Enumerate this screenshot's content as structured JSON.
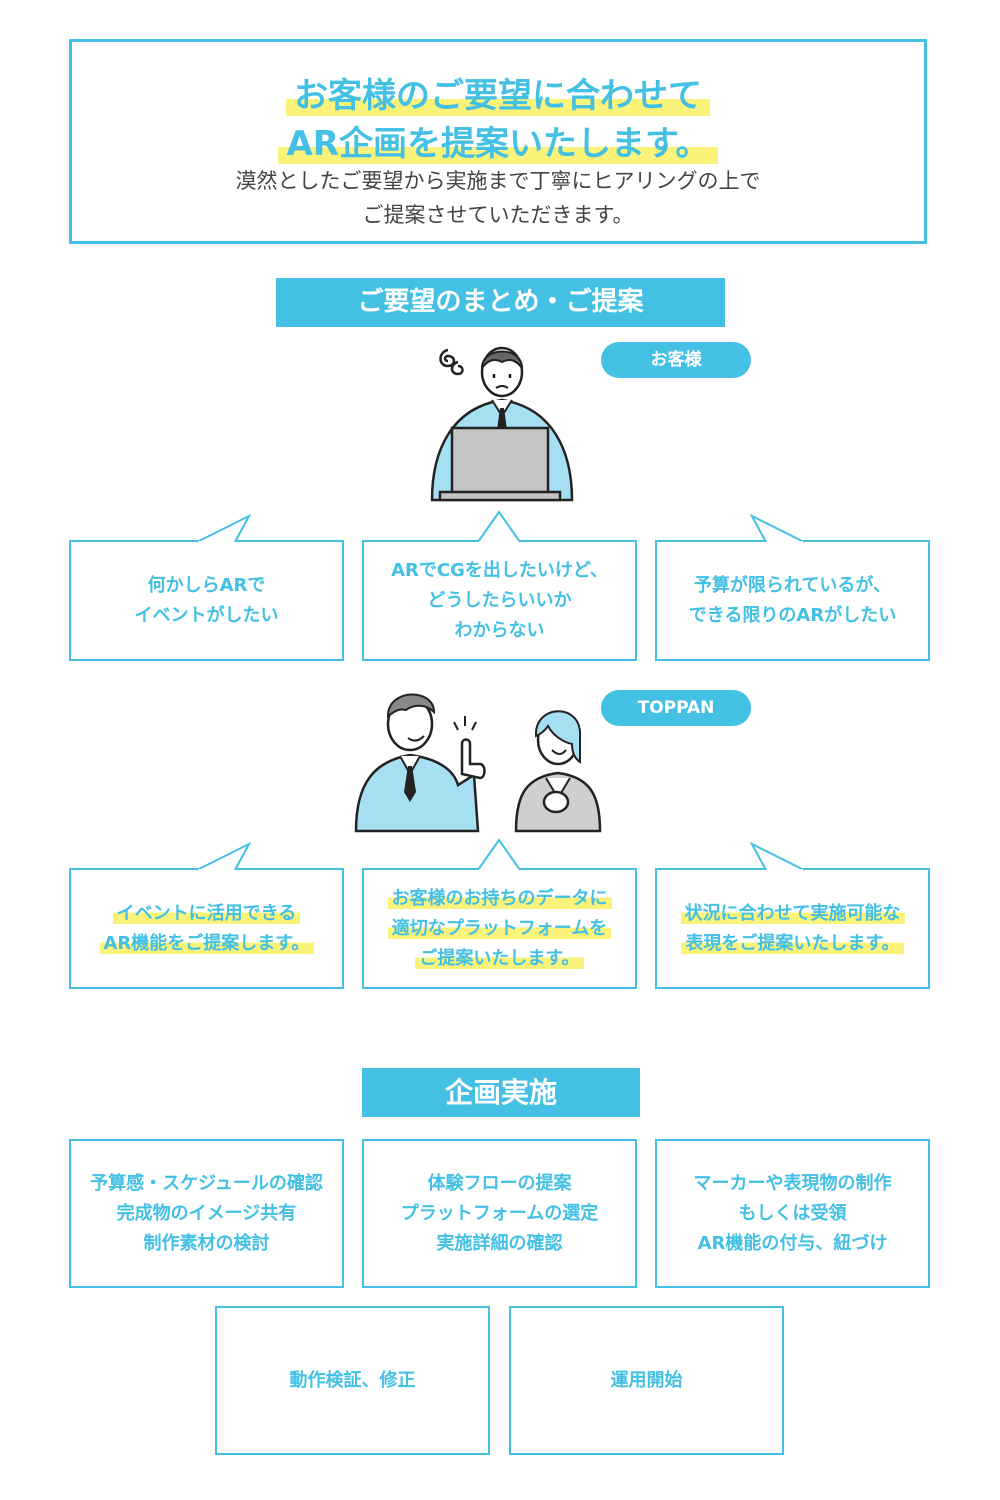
{
  "intro": {
    "headline_line1": "お客様のご要望に合わせて",
    "headline_line2": "AR企画を提案いたします。",
    "sub_line1": "漠然としたご要望から実施まで丁寧にヒアリングの上で",
    "sub_line2": "ご提案させていただきます。"
  },
  "section1": {
    "title": "ご要望のまとめ・ご提案",
    "customer_label": "お客様",
    "company_label": "TOPPAN",
    "customer_bubbles": [
      {
        "line1": "何かしらARで",
        "line2": "イベントがしたい"
      },
      {
        "line1": "ARでCGを出したいけど、",
        "line2": "どうしたらいいか",
        "line3": "わからない"
      },
      {
        "line1": "予算が限られているが、",
        "line2": "できる限りのARがしたい"
      }
    ],
    "company_bubbles": [
      {
        "line1": "イベントに活用できる",
        "line2": "AR機能をご提案します。"
      },
      {
        "line1": "お客様のお持ちのデータに",
        "line2": "適切なプラットフォームを",
        "line3": "ご提案いたします。"
      },
      {
        "line1": "状況に合わせて実施可能な",
        "line2": "表現をご提案いたします。"
      }
    ]
  },
  "section2": {
    "title": "企画実施",
    "steps": [
      {
        "line1": "予算感・スケジュールの確認",
        "line2": "完成物のイメージ共有",
        "line3": "制作素材の検討"
      },
      {
        "line1": "体験フローの提案",
        "line2": "プラットフォームの選定",
        "line3": "実施詳細の確認"
      },
      {
        "line1": "マーカーや表現物の制作",
        "line2": "もしくは受領",
        "line3": "AR機能の付与、紐づけ"
      },
      {
        "line1": "動作検証、修正"
      },
      {
        "line1": "運用開始"
      }
    ]
  },
  "colors": {
    "accent": "#43c0e4",
    "highlight": "#fbf27a",
    "text": "#444444",
    "illustration_blue": "#a6dff2",
    "illustration_gray": "#cfcfcf"
  }
}
